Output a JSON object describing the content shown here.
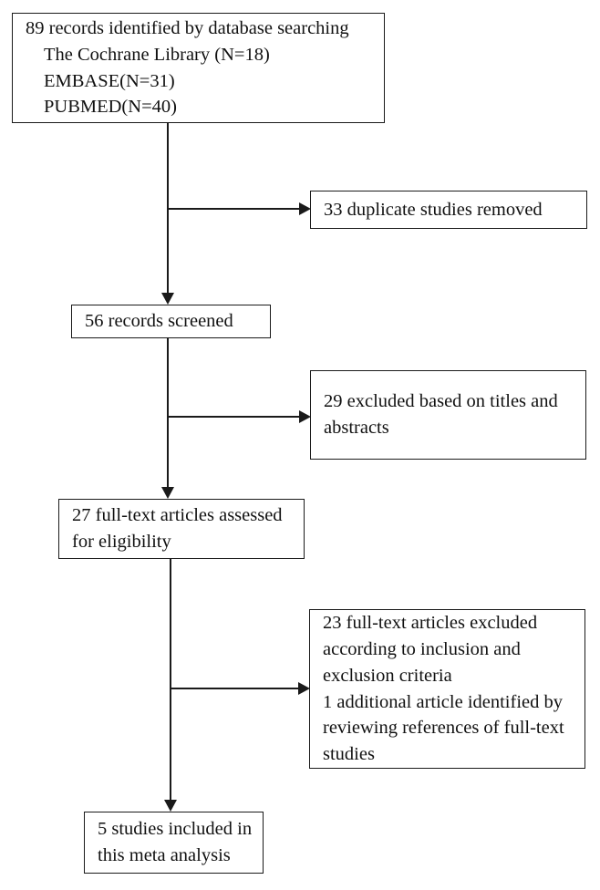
{
  "diagram": {
    "type": "prisma-flow-diagram",
    "orientation": "vertical",
    "background_color": "#ffffff",
    "line_color": "#1a1a1a",
    "text_color": "#111111",
    "boxes": [
      {
        "id": "identified",
        "name": "records-identified",
        "count": 89,
        "lines": [
          "89 records identified by database searching",
          "The Cochrane Library (N=18)",
          "EMBASE(N=31)",
          "PUBMED(N=40)"
        ],
        "sources": [
          {
            "name": "The Cochrane Library",
            "n": 18
          },
          {
            "name": "EMBASE",
            "n": 31
          },
          {
            "name": "PUBMED",
            "n": 40
          }
        ]
      },
      {
        "id": "duplicates",
        "name": "duplicates-removed",
        "count": 33,
        "lines": [
          "33 duplicate studies removed"
        ]
      },
      {
        "id": "screened",
        "name": "records-screened",
        "count": 56,
        "lines": [
          "56 records screened"
        ]
      },
      {
        "id": "excluded-titles-abstracts",
        "name": "excluded-by-title-abstract",
        "count": 29,
        "lines": [
          "29 excluded based on titles and",
          "abstracts"
        ]
      },
      {
        "id": "fulltext-assessed",
        "name": "fulltext-assessed-for-eligibility",
        "count": 27,
        "lines": [
          "27 full-text articles assessed",
          "for eligibility"
        ]
      },
      {
        "id": "excluded-fulltext",
        "name": "fulltext-excluded",
        "count": 23,
        "additional_identified": 1,
        "lines": [
          "23 full-text articles excluded",
          "according to inclusion and",
          "exclusion criteria",
          "1 additional article identified by",
          "reviewing references of full-text",
          "studies"
        ]
      },
      {
        "id": "included",
        "name": "studies-included",
        "count": 5,
        "lines": [
          "5 studies included in",
          "this meta analysis"
        ]
      }
    ],
    "connectors": [
      {
        "id": "c1",
        "from": "identified",
        "to": "duplicates",
        "kind": "branch-right"
      },
      {
        "id": "c2",
        "from": "identified",
        "to": "screened",
        "kind": "down"
      },
      {
        "id": "c3",
        "from": "screened",
        "to": "excluded-titles-abstracts",
        "kind": "branch-right"
      },
      {
        "id": "c4",
        "from": "screened",
        "to": "fulltext-assessed",
        "kind": "down"
      },
      {
        "id": "c5",
        "from": "fulltext-assessed",
        "to": "excluded-fulltext",
        "kind": "branch-right"
      },
      {
        "id": "c6",
        "from": "fulltext-assessed",
        "to": "included",
        "kind": "down"
      }
    ]
  }
}
